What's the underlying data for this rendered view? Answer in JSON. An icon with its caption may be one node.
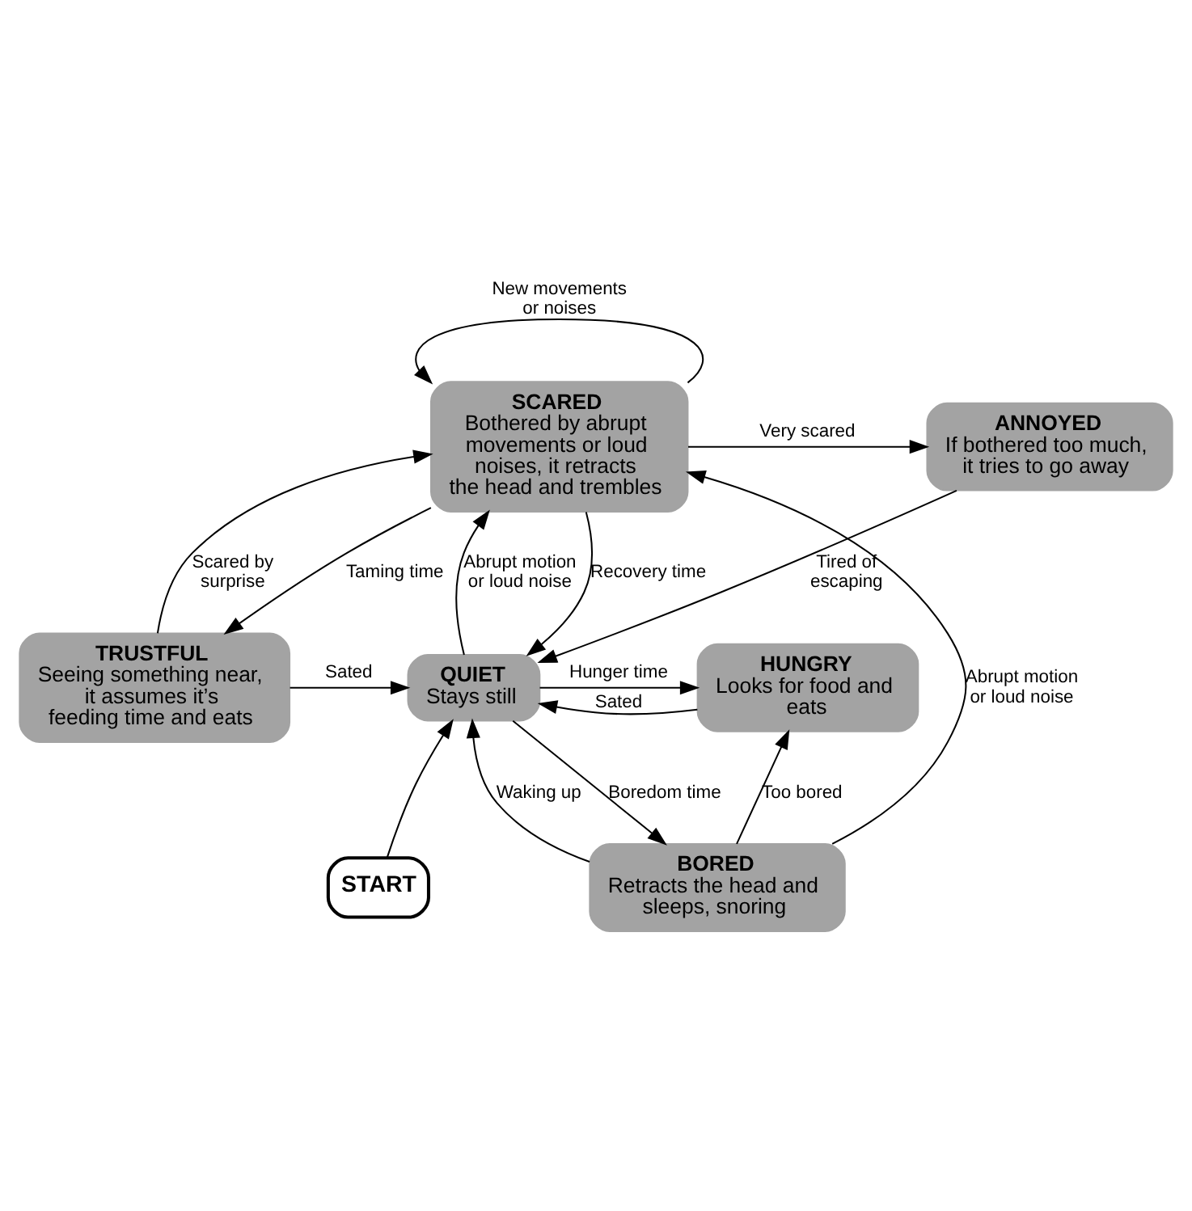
{
  "diagram": {
    "nodes": [
      {
        "text": [
          "SCARED",
          "Bothered by abrupt movements or loud noises, it retracts the head and trembles"
        ]
      },
      {
        "text": [
          "ANNOYED",
          "If bothered too much, it tries to go away"
        ]
      },
      {
        "text": [
          "TRUSTFUL",
          "Seeing something near, it assumes it’s feeding time and eats"
        ]
      },
      {
        "text": [
          "QUIET",
          "Stays still"
        ]
      },
      {
        "text": [
          "HUNGRY",
          "Looks for food and eats"
        ]
      },
      {
        "text": [
          "START"
        ]
      },
      {
        "text": [
          "BORED",
          "Retracts the head and sleeps, snoring"
        ]
      }
    ],
    "edges": [
      {
        "from": 0,
        "to": 0,
        "arrow": "to",
        "label": "New movements or noises"
      },
      {
        "from": 0,
        "to": 1,
        "arrow": "to",
        "label": "Very scared"
      },
      {
        "from": 1,
        "to": 3,
        "arrow": "to",
        "label": "Tired of escaping"
      },
      {
        "from": 3,
        "to": 0,
        "arrow": "to",
        "label": "Abrupt motion or loud noise"
      },
      {
        "from": 0,
        "to": 3,
        "arrow": "to",
        "label": "Recovery time"
      },
      {
        "from": 0,
        "to": 2,
        "arrow": "to",
        "label": "Taming time"
      },
      {
        "from": 2,
        "to": 0,
        "arrow": "to",
        "label": "Scared by surprise"
      },
      {
        "from": 2,
        "to": 3,
        "arrow": "to",
        "label": "Sated"
      },
      {
        "from": 3,
        "to": 4,
        "arrow": "to",
        "label": "Hunger time"
      },
      {
        "from": 4,
        "to": 3,
        "arrow": "to",
        "label": "Sated"
      },
      {
        "from": 5,
        "to": 3,
        "arrow": "to"
      },
      {
        "from": 3,
        "to": 6,
        "arrow": "to",
        "label": "Boredom time"
      },
      {
        "from": 6,
        "to": 3,
        "arrow": "to",
        "label": "Waking up"
      },
      {
        "from": 6,
        "to": 0,
        "arrow": "to",
        "label": "Abrupt motion or loud noise"
      },
      {
        "from": 6,
        "to": 4,
        "arrow": "to",
        "label": "Too bored"
      }
    ]
  }
}
